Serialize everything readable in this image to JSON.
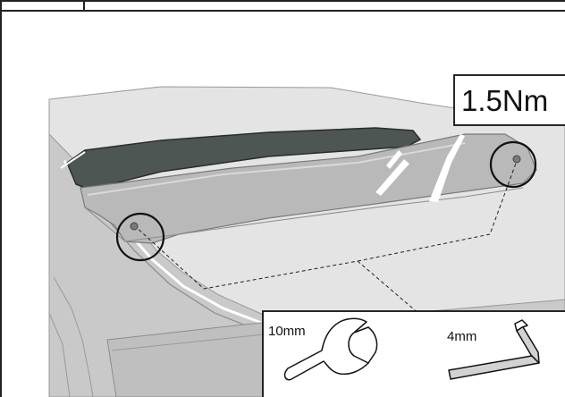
{
  "torque": {
    "label": "1.5Nm"
  },
  "tools": [
    {
      "label": "10mm",
      "icon": "open-end-wrench-icon"
    },
    {
      "label": "4mm",
      "icon": "hex-key-icon"
    }
  ],
  "colors": {
    "border": "#222222",
    "glass": "#4d5652",
    "body_light": "#e6e6e6",
    "body_mid": "#c4c4c4",
    "spoiler": "#b8b8b8",
    "callout_ring": "#111111"
  }
}
